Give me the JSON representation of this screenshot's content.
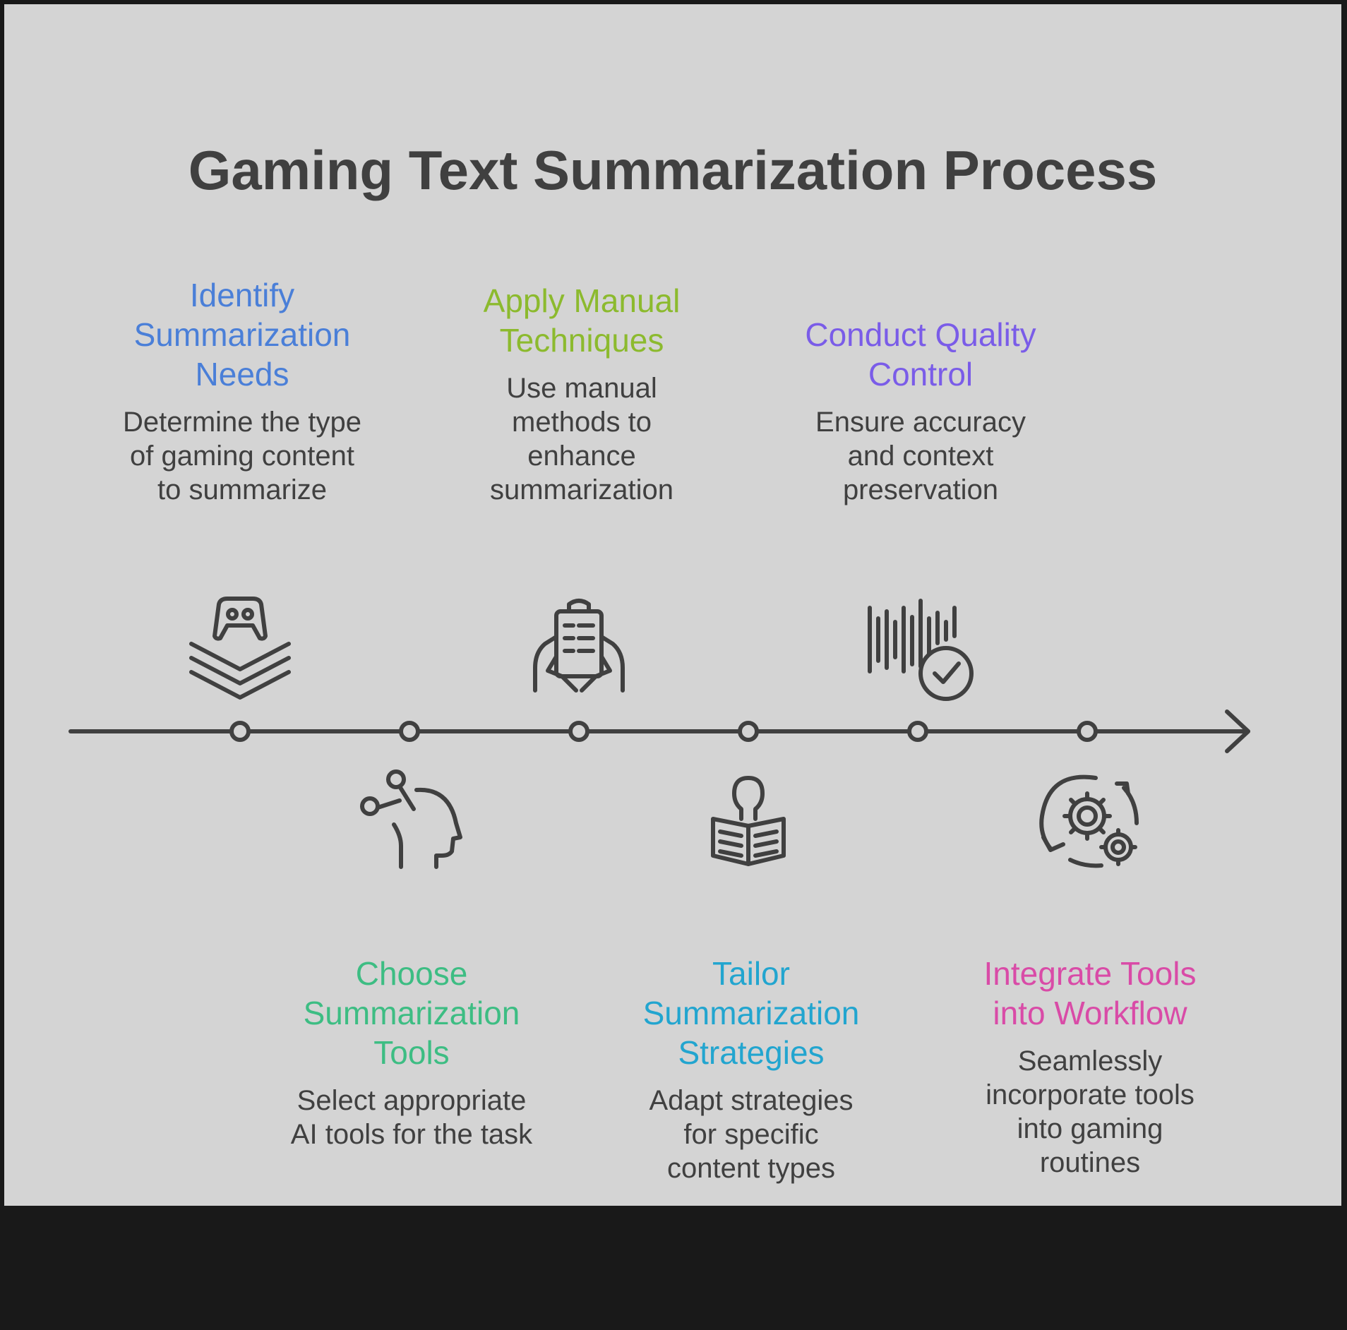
{
  "title": "Gaming Text Summarization Process",
  "colors": {
    "background": "#d4d4d4",
    "frame": "#191919",
    "ink": "#404040",
    "step1": "#4a7fd8",
    "step2": "#3dbd83",
    "step3": "#8cba2e",
    "step4": "#22a5cf",
    "step5": "#7a5ce8",
    "step6": "#d94ba7"
  },
  "steps": [
    {
      "heading": "Identify Summarization Needs",
      "heading_lines": [
        "Identify",
        "Summarization",
        "Needs"
      ],
      "description_lines": [
        "Determine the type",
        "of gaming content",
        "to summarize"
      ],
      "icon": "gamepad-stack-icon",
      "position": "above"
    },
    {
      "heading": "Choose Summarization Tools",
      "heading_lines": [
        "Choose",
        "Summarization",
        "Tools"
      ],
      "description_lines": [
        "Select appropriate",
        "AI tools for the task"
      ],
      "icon": "ai-head-icon",
      "position": "below"
    },
    {
      "heading": "Apply Manual Techniques",
      "heading_lines": [
        "Apply Manual",
        "Techniques"
      ],
      "description_lines": [
        "Use manual",
        "methods to",
        "enhance",
        "summarization"
      ],
      "icon": "hands-clipboard-icon",
      "position": "above"
    },
    {
      "heading": "Tailor Summarization Strategies",
      "heading_lines": [
        "Tailor",
        "Summarization",
        "Strategies"
      ],
      "description_lines": [
        "Adapt strategies",
        "for specific",
        "content types"
      ],
      "icon": "person-reading-book-icon",
      "position": "below"
    },
    {
      "heading": "Conduct Quality Control",
      "heading_lines": [
        "Conduct Quality",
        "Control"
      ],
      "description_lines": [
        "Ensure accuracy",
        "and context",
        "preservation"
      ],
      "icon": "barcode-check-icon",
      "position": "above"
    },
    {
      "heading": "Integrate Tools into Workflow",
      "heading_lines": [
        "Integrate Tools",
        "into Workflow"
      ],
      "description_lines": [
        "Seamlessly",
        "incorporate tools",
        "into gaming",
        "routines"
      ],
      "icon": "gears-cycle-icon",
      "position": "below"
    }
  ]
}
